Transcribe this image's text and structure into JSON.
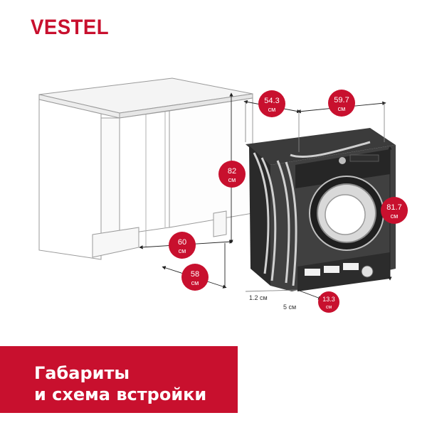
{
  "brand": {
    "name": "VESTEL",
    "color": "#c8102e"
  },
  "banner": {
    "line1": "Габариты",
    "line2": "и схема встройки",
    "color": "#c8102e"
  },
  "dimensions": {
    "depth_top": {
      "value": "54.3",
      "unit": "см"
    },
    "width_top": {
      "value": "59.7",
      "unit": "см"
    },
    "cabinet_height": {
      "value": "82",
      "unit": "см"
    },
    "machine_height": {
      "value": "81.7",
      "unit": "см"
    },
    "niche_width": {
      "value": "60",
      "unit": "см"
    },
    "niche_depth": {
      "value": "58",
      "unit": "см"
    },
    "plinth_gap": {
      "value": "13.3",
      "unit": "см"
    },
    "side_gap": "1.2 см",
    "front_gap": "5 см"
  },
  "badge_color": "#c8102e"
}
